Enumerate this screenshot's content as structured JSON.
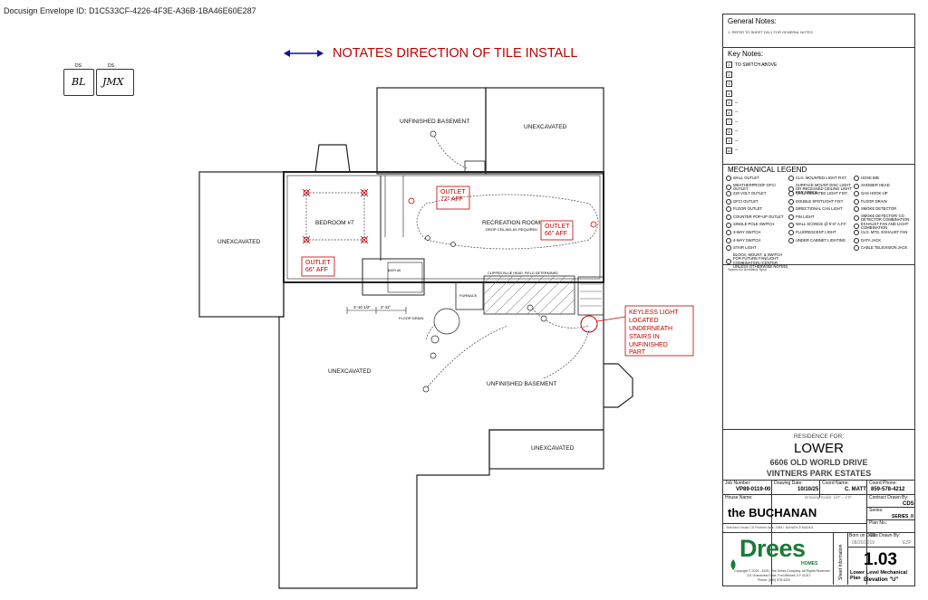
{
  "envelope_id": "Docusign Envelope ID: D1C533CF-4226-4F3E-A36B-1BA46E60E287",
  "initials": {
    "box1_tag": "DS",
    "box1_text": "BL",
    "box2_tag": "DS",
    "box2_text": "JMX"
  },
  "tile_note": "NOTATES DIRECTION OF TILE INSTALL",
  "rooms": {
    "unfinished_basement_top": "UNFINISHED BASEMENT",
    "unexcavated_top": "UNEXCAVATED",
    "unexcavated_left": "UNEXCAVATED",
    "bedroom": "BEDROOM #7",
    "recreation": "RECREATION ROOM",
    "recreation_sub": "DROP CEILING AS REQUIRED",
    "unexcavated_center": "UNEXCAVATED",
    "unfinished_basement_bottom": "UNFINISHED BASEMENT",
    "unexcavated_bottom": "UNEXCAVATED",
    "furnace": "FURNACE",
    "bath": "BATH #5",
    "floor_drain": "FLOOR DRAIN",
    "duct_note": "CLIPPED BLUE HEAD, FIELD DETERMINED",
    "dim1": "3'-10 1/2\"",
    "dim2": "2'-11\""
  },
  "red_notes": {
    "outlet1_line1": "OUTLET",
    "outlet1_line2": "72\" AFF",
    "outlet2_line1": "OUTLET",
    "outlet2_line2": "66\" AFF",
    "outlet3_line1": "OUTLET",
    "outlet3_line2": "66\" AFF",
    "keyless": [
      "KEYLESS LIGHT",
      "LOCATED",
      "UNDERNEATH",
      "STAIRS IN",
      "UNFINISHED",
      "PART"
    ]
  },
  "general_notes": {
    "title": "General Notes:",
    "line1": "1. REFER TO SHEET DN-1 FOR GENERAL NOTES"
  },
  "key_notes": {
    "title": "Key Notes:",
    "items": [
      {
        "num": "1",
        "text": "TO SWITCH ABOVE"
      },
      {
        "num": "2",
        "text": ""
      },
      {
        "num": "3",
        "text": ""
      },
      {
        "num": "4",
        "text": ""
      },
      {
        "num": "5",
        "text": "--"
      },
      {
        "num": "6",
        "text": "--"
      },
      {
        "num": "7",
        "text": "--"
      },
      {
        "num": "8",
        "text": "--"
      },
      {
        "num": "9",
        "text": "--"
      },
      {
        "num": "10",
        "text": "--"
      }
    ]
  },
  "legend": {
    "title": "MECHANICAL LEGEND",
    "col1": [
      "WALL OUTLET",
      "WEATHERPROOF GFCI OUTLET",
      "220 VOLT OUTLET",
      "GFCI OUTLET",
      "FLOOR OUTLET",
      "COUNTER POP-UP OUTLET",
      "SINGLE POLE SWITCH",
      "3-WAY SWITCH",
      "4-WAY SWITCH",
      "STAIR LIGHT",
      "BLOCK, MOUNT, & SWITCH FOR FUTURE FAN/LIGHT COMBINATION (CENTER UNLESS OTHERWISE NOTED)"
    ],
    "col2": [
      "CLG. MOUNTED LIGHT FIXT.",
      "SURFACE MOUNT DISC LIGHT OR RECESSED CEILING LIGHT PER SPECS",
      "WALL MOUNTED LIGHT FIXT.",
      "DOUBLE SPOTLIGHT FIXT.",
      "DIRECTIONAL CAN LIGHT",
      "PIN LIGHT",
      "WALL SCONCE @ 5'-6\" A.F.F.",
      "FLUORESCENT LIGHT",
      "UNDER CABINET LIGHTING"
    ],
    "col3": [
      "HOSE BIB",
      "SHOWER HEAD",
      "GAS HOOK-UP",
      "FLOOR DRAIN",
      "SMOKE DETECTOR",
      "SMOKE DETECTOR/ CO DETECTOR COMBINATION",
      "EXHAUST FAN AND LIGHT COMBINATION",
      "CLG. MTD. EXHAUST FAN",
      "DATA JACK",
      "CABLE TELEVISION JACK"
    ],
    "footnote": "Specs for Architect Spot"
  },
  "title_block": {
    "residence_for": "RESIDENCE FOR:",
    "name": "LOWER",
    "address": "6606 OLD WORLD DRIVE",
    "community": "VINTNERS PARK ESTATES",
    "job_number_label": "Job Number:",
    "job_number": "VP89-0119-00",
    "drawing_date_label": "Drawing Date:",
    "drawing_date": "10/10/25",
    "coord_name_label": "Coord Name:",
    "coord_name": "C. MATT",
    "coord_phone_label": "Coord Phone:",
    "coord_phone": "859-578-4212",
    "house_name_label": "House Name:",
    "drawing_scale": "Drawing Scale: 1/8\" = 1'0\"",
    "contract_drawn_label": "Contract Drawn By:",
    "contract_drawn": "CDS",
    "house_name": "the BUCHANAN",
    "series_label": "Series:",
    "series": "SERIES_II",
    "plan_no_label": "Plan No.:",
    "std_house": "Standard House CD Revised date: 1984 r NuHisRe & MADKA",
    "cds_drawn_label": "CDs Drawn By:",
    "cds_drawn": "EZP",
    "born_on_label": "Born on Date:",
    "born_on": "08/20/2019",
    "sheet_info": "Sheet Information",
    "sheet_number": "1.03",
    "sheet_title": "Lower Level Mechanical Plan",
    "elevation": "Elevation \"U\"",
    "logo_text": "Drees",
    "logo_sub": "HOMES",
    "copyright": "Copyright © 2015 - 2025 | The Drees Company. All Rights Reserved.",
    "address_small": "211 Grandview Drive, Fort Mitchell, KY 41017",
    "phone_small": "Phone: (859) 578-4200"
  },
  "colors": {
    "red": "#c00000",
    "blue": "#1010a0",
    "logo_green": "#1a7a3a"
  }
}
